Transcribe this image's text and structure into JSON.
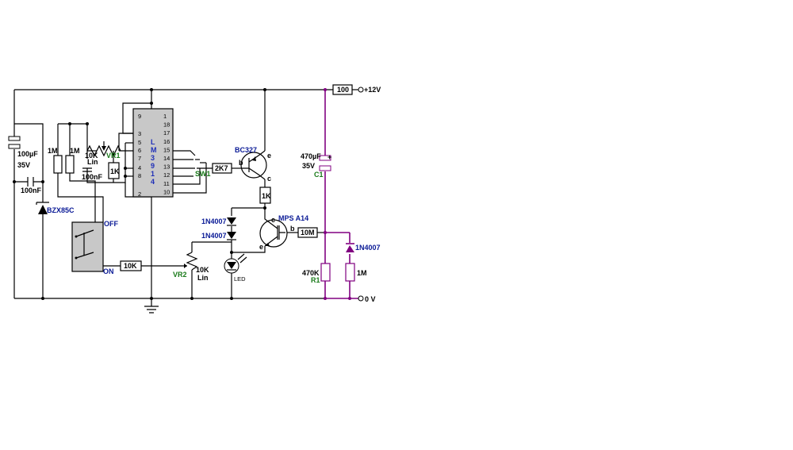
{
  "components": {
    "ic": {
      "chip_letters": [
        "L",
        "M",
        "3",
        "9",
        "1",
        "4"
      ],
      "left_pins": [
        "9",
        "3",
        "5",
        "6",
        "7",
        "4",
        "8",
        "2"
      ],
      "right_pins": [
        "1",
        "18",
        "17",
        "16",
        "15",
        "14",
        "13",
        "12",
        "11",
        "10"
      ]
    },
    "r100": "100",
    "plus12": "+12V",
    "zero_v": "0 V",
    "c100u": [
      "100µF",
      "35V"
    ],
    "c100n_left": "100nF",
    "bzx": "BZX85C",
    "r1m_a": "1M",
    "r1m_b": "1M",
    "vr1": {
      "value": [
        "10K",
        "Lin"
      ],
      "name": "VR1"
    },
    "c100n_mid": "100nF",
    "r1k_ic": "1K",
    "switch_off": "OFF",
    "switch_on": "ON",
    "r10k": "10K",
    "vr2": {
      "name": "VR2",
      "value": [
        "10K",
        "Lin"
      ]
    },
    "led": "LED",
    "d1": "1N4007",
    "d2": "1N4007",
    "sw1": "SW1",
    "r2k7": "2K7",
    "bc327": {
      "name": "BC327",
      "b": "b",
      "c": "c",
      "e": "e"
    },
    "r1k_t": "1K",
    "mpsa14": {
      "name": "MPS A14",
      "b": "b",
      "c": "c",
      "e": "e"
    },
    "r10m": "10M",
    "c1": {
      "value": [
        "470µF",
        "35V"
      ],
      "name": "C1",
      "plus": "+"
    },
    "r470k": {
      "value": "470K",
      "name": "R1"
    },
    "d3": "1N4007",
    "r1m_right": "1M"
  },
  "colors": {
    "wire": "#000000",
    "timing_wire": "#800080",
    "ic_fill": "#c8c8c8",
    "switch_fill": "#c8c8c8",
    "blue_label": "#0a1a96",
    "green_label": "#1a7a1a"
  }
}
